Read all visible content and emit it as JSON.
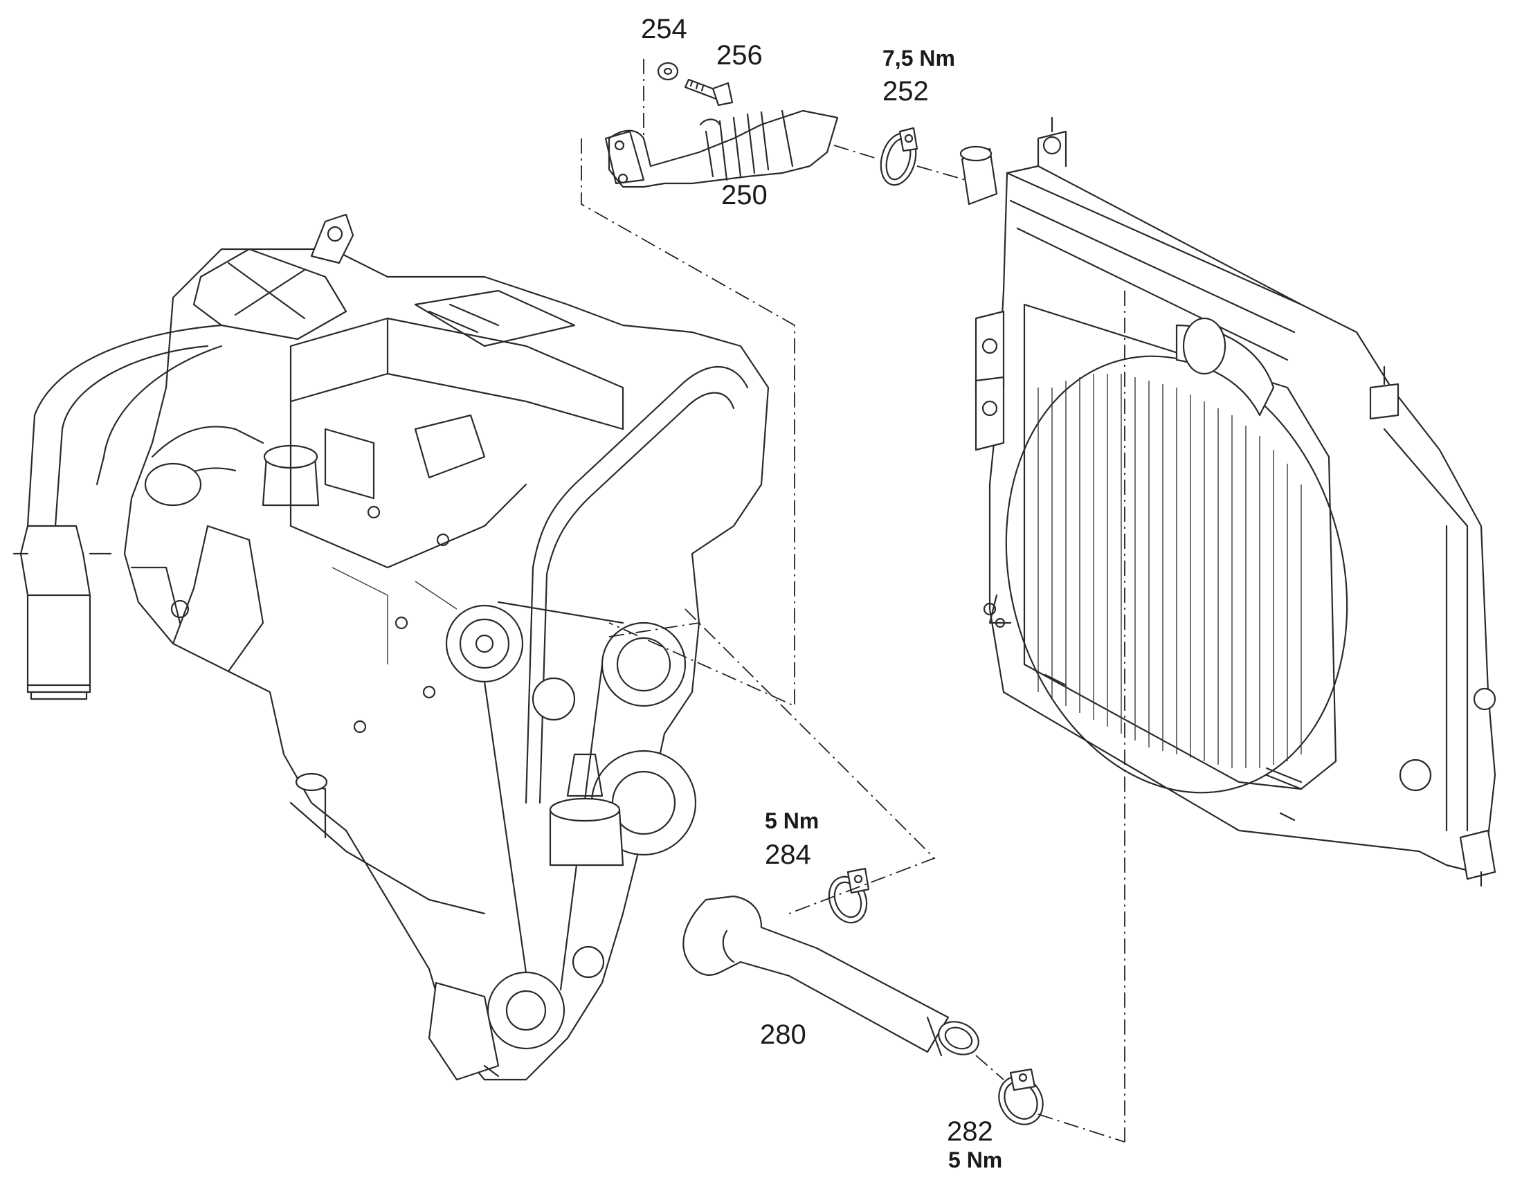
{
  "callouts": {
    "c254": {
      "number": "254"
    },
    "c256": {
      "number": "256"
    },
    "c252": {
      "number": "252",
      "torque": "7,5 Nm"
    },
    "c250": {
      "number": "250"
    },
    "c284": {
      "number": "284",
      "torque": "5 Nm"
    },
    "c280": {
      "number": "280"
    },
    "c282": {
      "number": "282",
      "torque": "5 Nm"
    }
  },
  "icons": {
    "engine": "engine-assembly-icon",
    "radiator": "radiator-assembly-icon",
    "upper_hose": "upper-coolant-hose-icon",
    "lower_hose": "lower-coolant-hose-icon",
    "clamp": "hose-clamp-icon",
    "bolt": "bolt-icon",
    "washer": "washer-icon"
  },
  "colors": {
    "line": "#2a2a2a",
    "background": "#ffffff"
  }
}
